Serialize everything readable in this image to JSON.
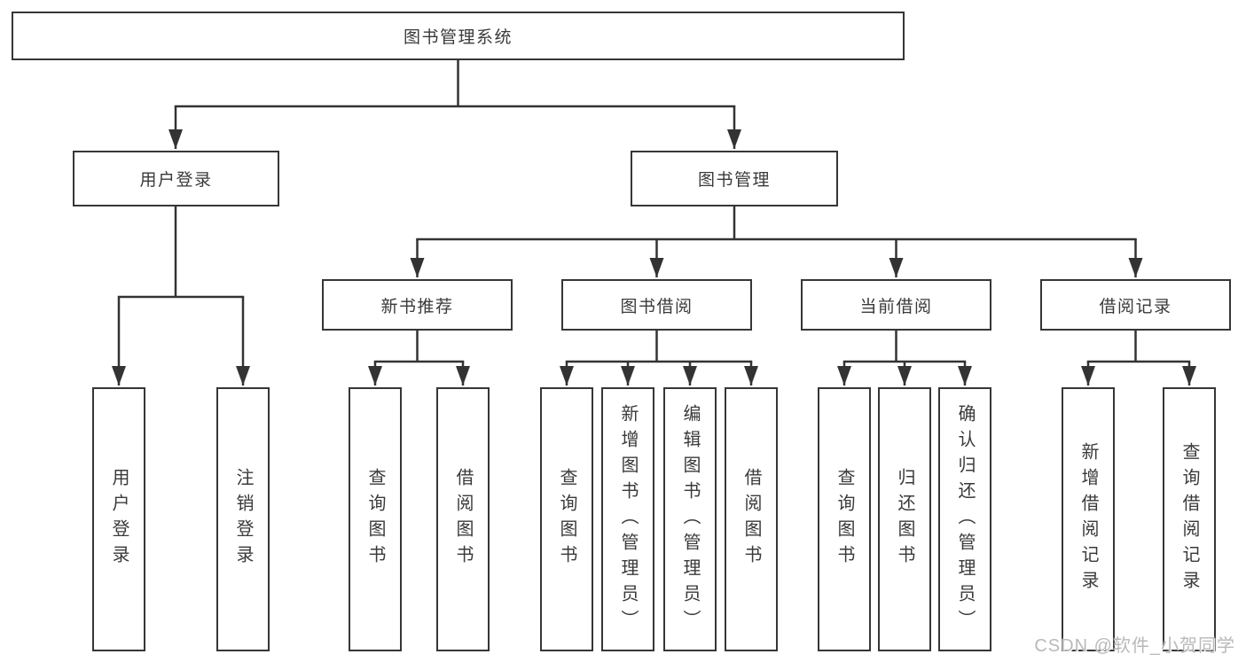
{
  "diagram": {
    "type": "hierarchy-tree",
    "orientation": "top-down",
    "line_color": "#333333",
    "box_border_color": "#363636",
    "box_fill_color": "#ffffff",
    "text_color": "#3a3a3a"
  },
  "tree": {
    "root": {
      "label": "图书管理系统",
      "children": [
        {
          "label": "用户登录",
          "children": [
            {
              "label": "用户登录"
            },
            {
              "label": "注销登录"
            }
          ]
        },
        {
          "label": "图书管理",
          "children": [
            {
              "label": "新书推荐",
              "children": [
                {
                  "label": "查询图书"
                },
                {
                  "label": "借阅图书"
                }
              ]
            },
            {
              "label": "图书借阅",
              "children": [
                {
                  "label": "查询图书"
                },
                {
                  "label": "新增图书（管理员）"
                },
                {
                  "label": "编辑图书（管理员）"
                },
                {
                  "label": "借阅图书"
                }
              ]
            },
            {
              "label": "当前借阅",
              "children": [
                {
                  "label": "查询图书"
                },
                {
                  "label": "归还图书"
                },
                {
                  "label": "确认归还（管理员）"
                }
              ]
            },
            {
              "label": "借阅记录",
              "children": [
                {
                  "label": "新增借阅记录"
                },
                {
                  "label": "查询借阅记录"
                }
              ]
            }
          ]
        }
      ]
    }
  },
  "watermark": {
    "text": "CSDN @软件_小贺同学",
    "color": "#b9b9b9"
  }
}
